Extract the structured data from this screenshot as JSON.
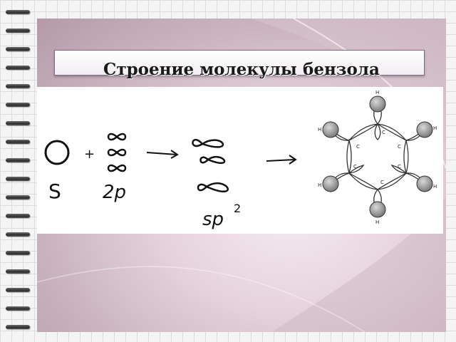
{
  "slide": {
    "title": "Строение молекулы бензола"
  },
  "figure": {
    "s_label": "S",
    "plus": "+",
    "p_label": "2p",
    "sp2_label": "sp",
    "sp2_superscript": "2",
    "h_label": "H",
    "c_label": "C"
  },
  "colors": {
    "slide_bg": "#e6d3dd",
    "title_border": "#7f6b85",
    "binding_ring": "#3a3a3a"
  }
}
